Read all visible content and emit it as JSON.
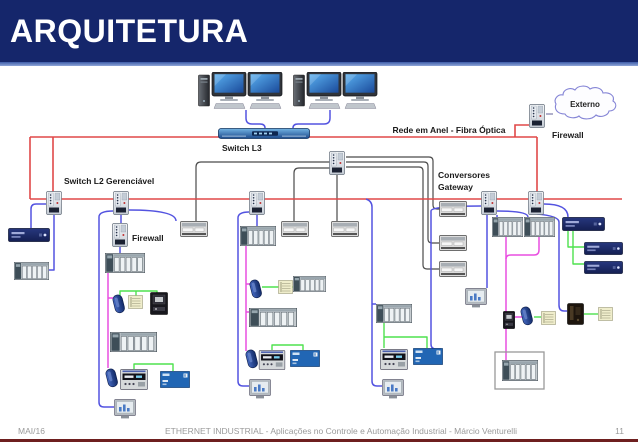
{
  "header": {
    "title": "ARQUITETURA"
  },
  "diagram": {
    "labels": {
      "network_ring": "Rede em Anel - Fibra Óptica",
      "switch_l3": "Switch L3",
      "switch_l2": "Switch L2 Gerenciável",
      "gateway_line1": "Conversores",
      "gateway_line2": "Gateway",
      "firewall_top": "Firewall",
      "firewall_left": "Firewall",
      "external_cloud": "Externo"
    },
    "colors": {
      "header_background": "#15266b",
      "fiber_ring_line": "#e04848",
      "ethernet_line": "#5353e0",
      "fieldbus_line": "#e94fe0",
      "device_link_line": "#4ee24e",
      "serial_line": "#4a4a4a",
      "footer_bar": "#6e1f1f"
    }
  },
  "footer": {
    "date": "MAI/16",
    "caption": "ETHERNET INDUSTRIAL - Aplicações no Controle e Automação Industrial - Márcio Venturelli",
    "page": "11"
  }
}
